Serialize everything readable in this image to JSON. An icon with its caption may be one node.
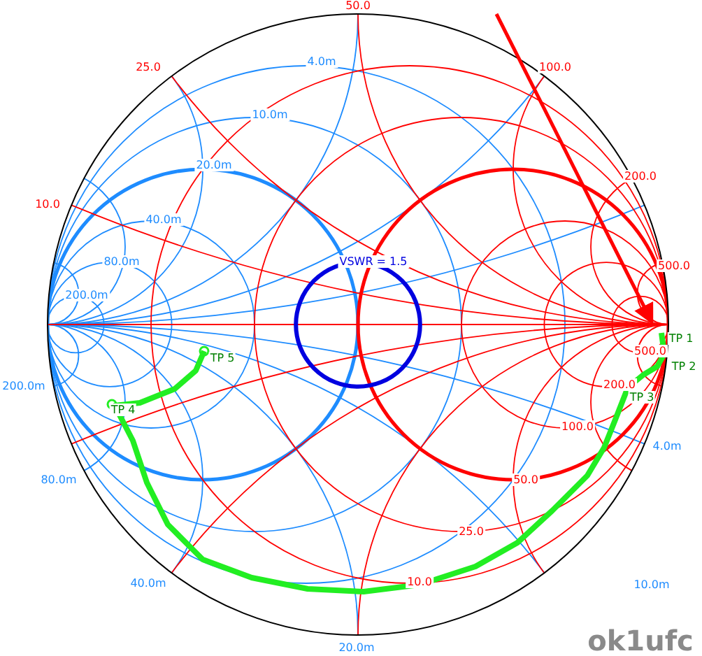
{
  "diagram": {
    "labels": [
      "50.0",
      "4.0m",
      "25.0",
      "100.0",
      "10.0m",
      "20.0m",
      "200.0",
      "10.0",
      "40.0m",
      "80.0m",
      "VSWR = 1.5",
      "500.0",
      "200.0m",
      "TP 1",
      "TP 5",
      "500.0",
      "200.0m",
      "TP 2",
      "TP 4",
      "200.0",
      "TP 3",
      "100.0",
      "4.0m",
      "80.0m",
      "50.0",
      "25.0",
      "40.0m",
      "10.0",
      "10.0m",
      "20.0m",
      "ok1ufc"
    ]
  }
}
